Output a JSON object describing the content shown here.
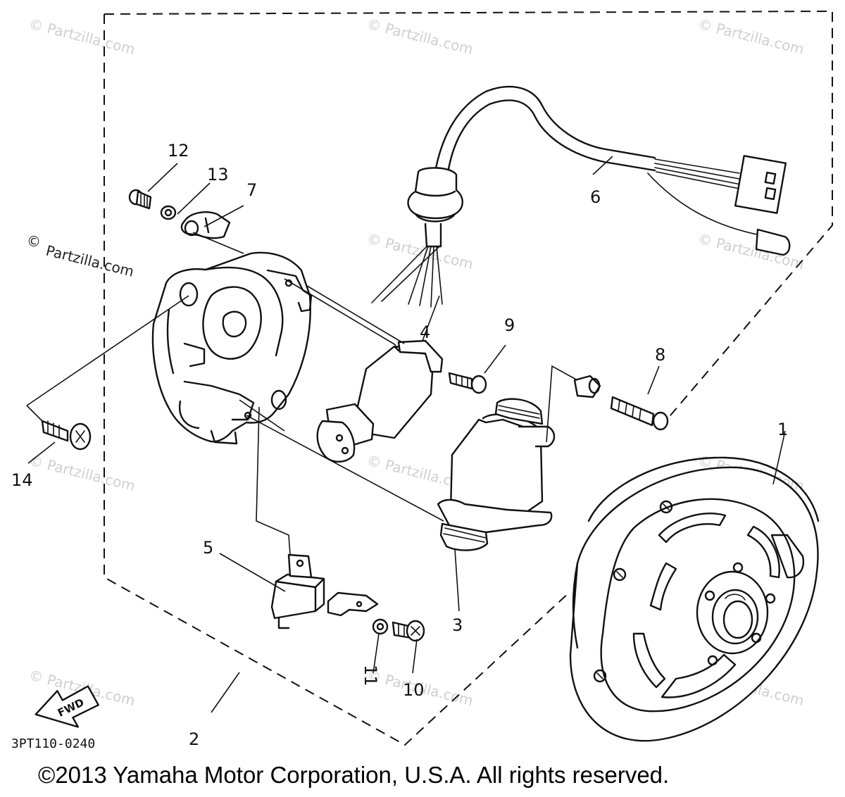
{
  "callouts": [
    {
      "id": "1",
      "label": "1"
    },
    {
      "id": "2",
      "label": "2"
    },
    {
      "id": "3",
      "label": "3"
    },
    {
      "id": "4",
      "label": "4"
    },
    {
      "id": "5",
      "label": "5"
    },
    {
      "id": "6",
      "label": "6"
    },
    {
      "id": "7",
      "label": "7"
    },
    {
      "id": "8",
      "label": "8"
    },
    {
      "id": "9",
      "label": "9"
    },
    {
      "id": "10",
      "label": "10"
    },
    {
      "id": "11",
      "label": "11"
    },
    {
      "id": "12",
      "label": "12"
    },
    {
      "id": "13",
      "label": "13"
    },
    {
      "id": "14",
      "label": "14"
    }
  ],
  "diagram_code": "3PT110-0240",
  "direction_label": "FWD",
  "copyright": "©2013 Yamaha Motor Corporation, U.S.A. All rights reserved.",
  "watermark": "© Partzilla.com",
  "watermark_copy": "©",
  "watermark_brand": "Partzilla.com",
  "colors": {
    "ink": "#111111",
    "watermark": "#cfcfcf",
    "background": "#ffffff"
  }
}
